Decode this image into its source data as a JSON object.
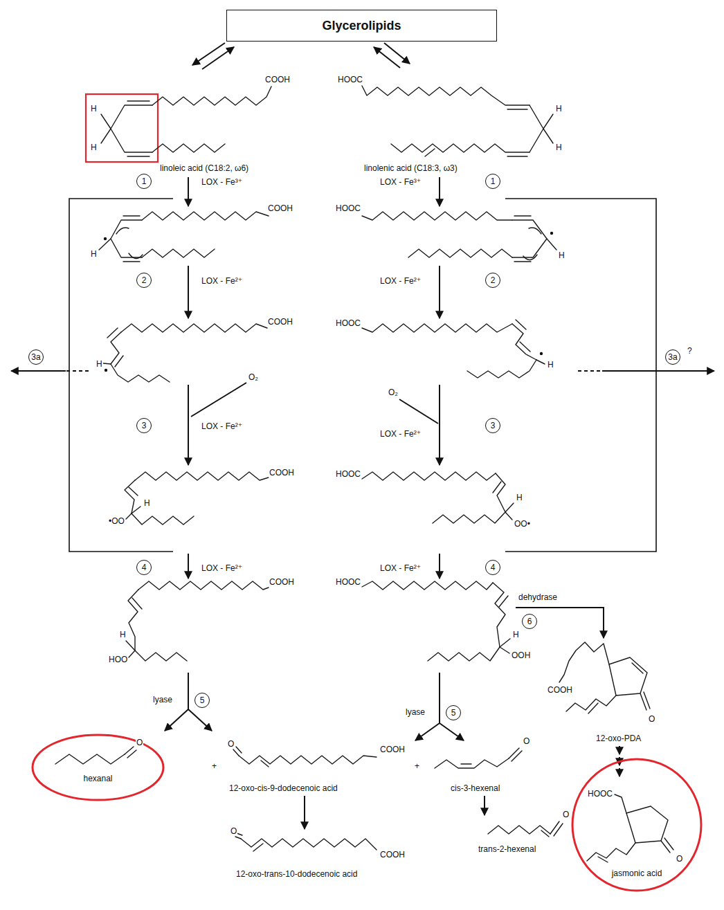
{
  "diagram": {
    "nodes": [
      {
        "text": [
          "Glycerolipids"
        ]
      },
      {
        "text": [
          "1"
        ]
      },
      {
        "text": [
          "1"
        ]
      },
      {
        "text": [
          "2"
        ]
      },
      {
        "text": [
          "2"
        ]
      },
      {
        "text": [
          "3a"
        ]
      },
      {
        "text": [
          "3a"
        ]
      },
      {
        "text": [
          "3"
        ]
      },
      {
        "text": [
          "3"
        ]
      },
      {
        "text": [
          "4"
        ]
      },
      {
        "text": [
          "4"
        ]
      },
      {
        "text": [
          "6"
        ]
      },
      {
        "text": [
          "5"
        ]
      },
      {
        "text": [
          "5"
        ]
      },
      {
        "text": [
          "hexanal"
        ]
      },
      {
        "text": [
          "jasmonic acid"
        ]
      }
    ],
    "labels": [
      "COOH",
      "HOOC",
      "H",
      "H",
      "H",
      "H",
      "linoleic acid (C18:2, ω6)",
      "linolenic acid (C18:3, ω3)",
      "LOX - Fe³⁺",
      "LOX - Fe³⁺",
      "COOH",
      "HOOC",
      "H",
      "H",
      "LOX - Fe²⁺",
      "LOX - Fe²⁺",
      "COOH",
      "HOOC",
      "H",
      "H",
      "?",
      "O₂",
      "O₂",
      "LOX - Fe²⁺",
      "LOX - Fe²⁺",
      "COOH",
      "HOOC",
      "H",
      "•OO",
      "H",
      "OO•",
      "LOX - Fe²⁺",
      "LOX - Fe²⁺",
      "COOH",
      "HOOC",
      "H",
      "HOO",
      "H",
      "OOH",
      "dehydrase",
      "COOH",
      "O",
      "12-oxo-PDA",
      "lyase",
      "lyase",
      "O",
      "+",
      "O",
      "COOH",
      "12-oxo-cis-9-dodecenoic acid",
      "+",
      "O",
      "cis-3-hexenal",
      "O",
      "trans-2-hexenal",
      "O",
      "COOH",
      "12-oxo-trans-10-dodecenoic acid",
      "HOOC",
      "O"
    ]
  }
}
